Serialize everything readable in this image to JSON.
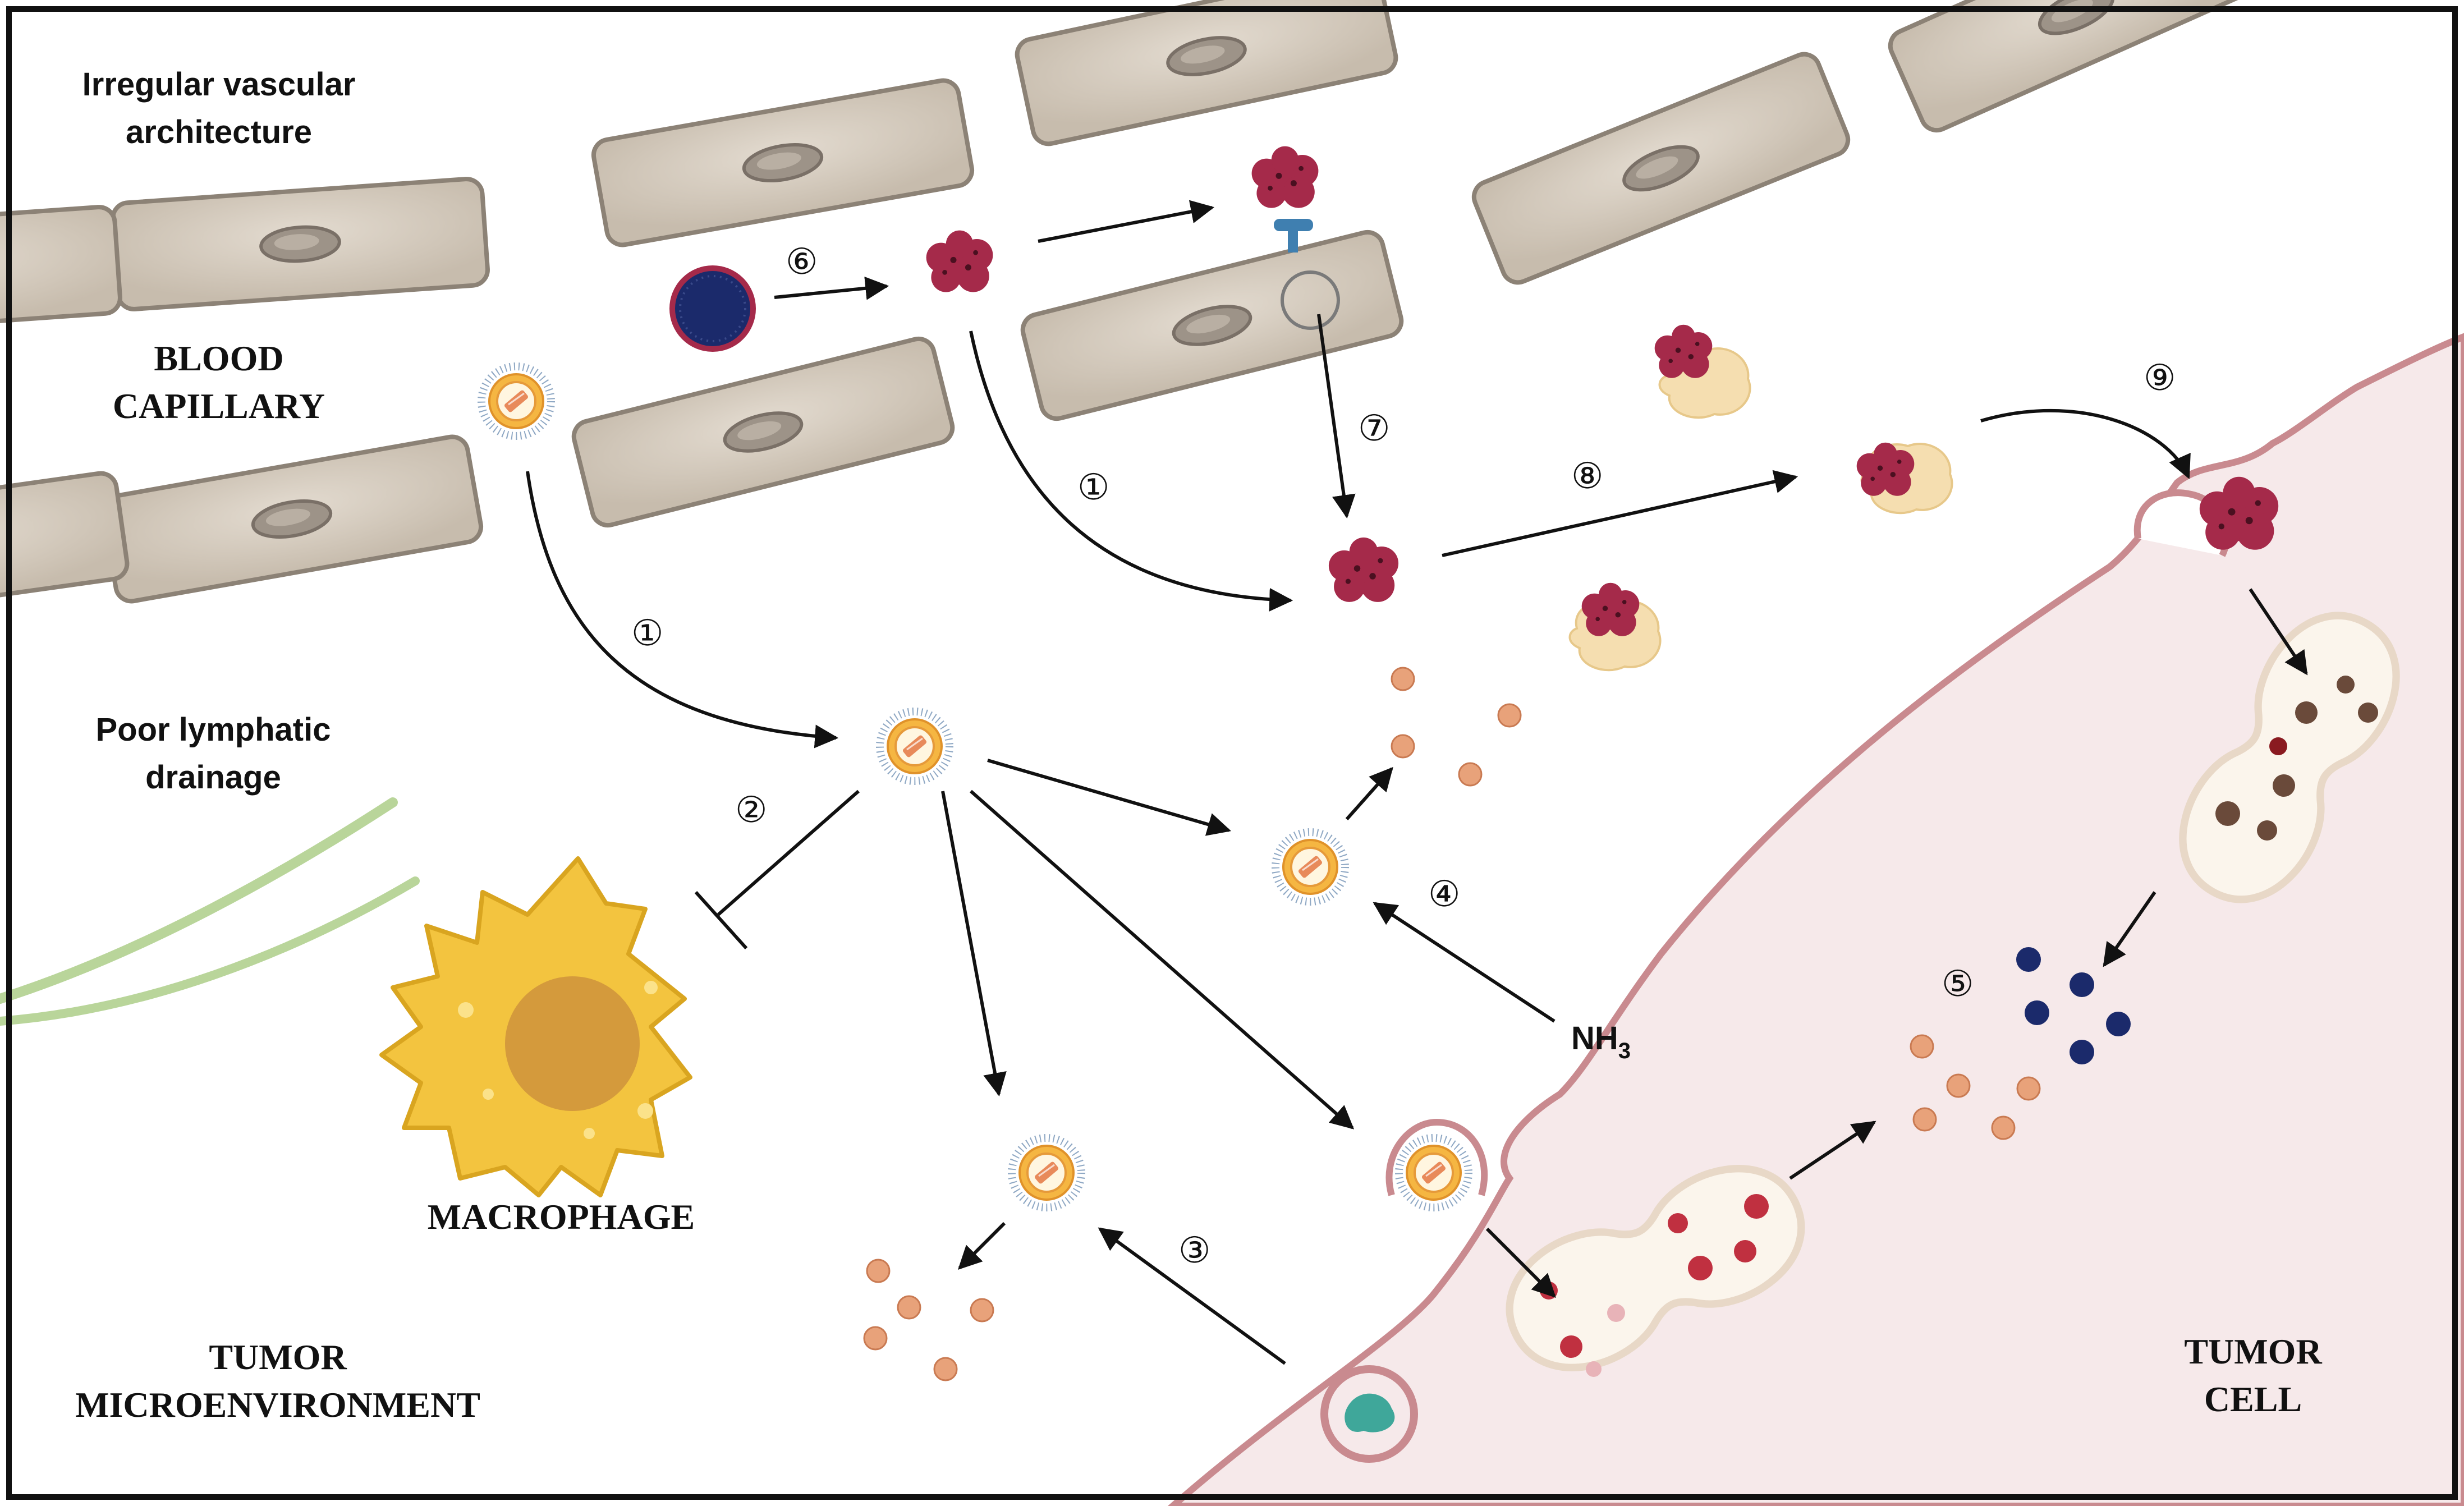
{
  "labels": {
    "irregular_vascular_line1": "Irregular vascular",
    "irregular_vascular_line2": "architecture",
    "blood_capillary_line1": "BLOOD",
    "blood_capillary_line2": "CAPILLARY",
    "poor_lymphatic_line1": "Poor lymphatic",
    "poor_lymphatic_line2": "drainage",
    "macrophage": "MACROPHAGE",
    "tumor_microenv_line1": "TUMOR",
    "tumor_microenv_line2": "MICROENVIRONMENT",
    "tumor_cell_line1": "TUMOR",
    "tumor_cell_line2": "CELL",
    "nh3_base": "NH",
    "nh3_sub": "3"
  },
  "steps": {
    "s1": "①",
    "s2": "②",
    "s3": "③",
    "s4": "④",
    "s5": "⑤",
    "s6": "⑥",
    "s7": "⑦",
    "s8": "⑧",
    "s9": "⑨"
  },
  "colors": {
    "endothelial_cell": "#d2c7b9",
    "endothelial_stroke": "#8c8276",
    "protein": "#a52a4a",
    "nanoparticle_shell": "#f5b642",
    "tumor_cell_fill": "#f6e8e9",
    "tumor_membrane": "#c98a8f",
    "macrophage": "#f3c43f",
    "drug_dot": "#e8a27a",
    "dark_dot": "#1b2a6b"
  }
}
